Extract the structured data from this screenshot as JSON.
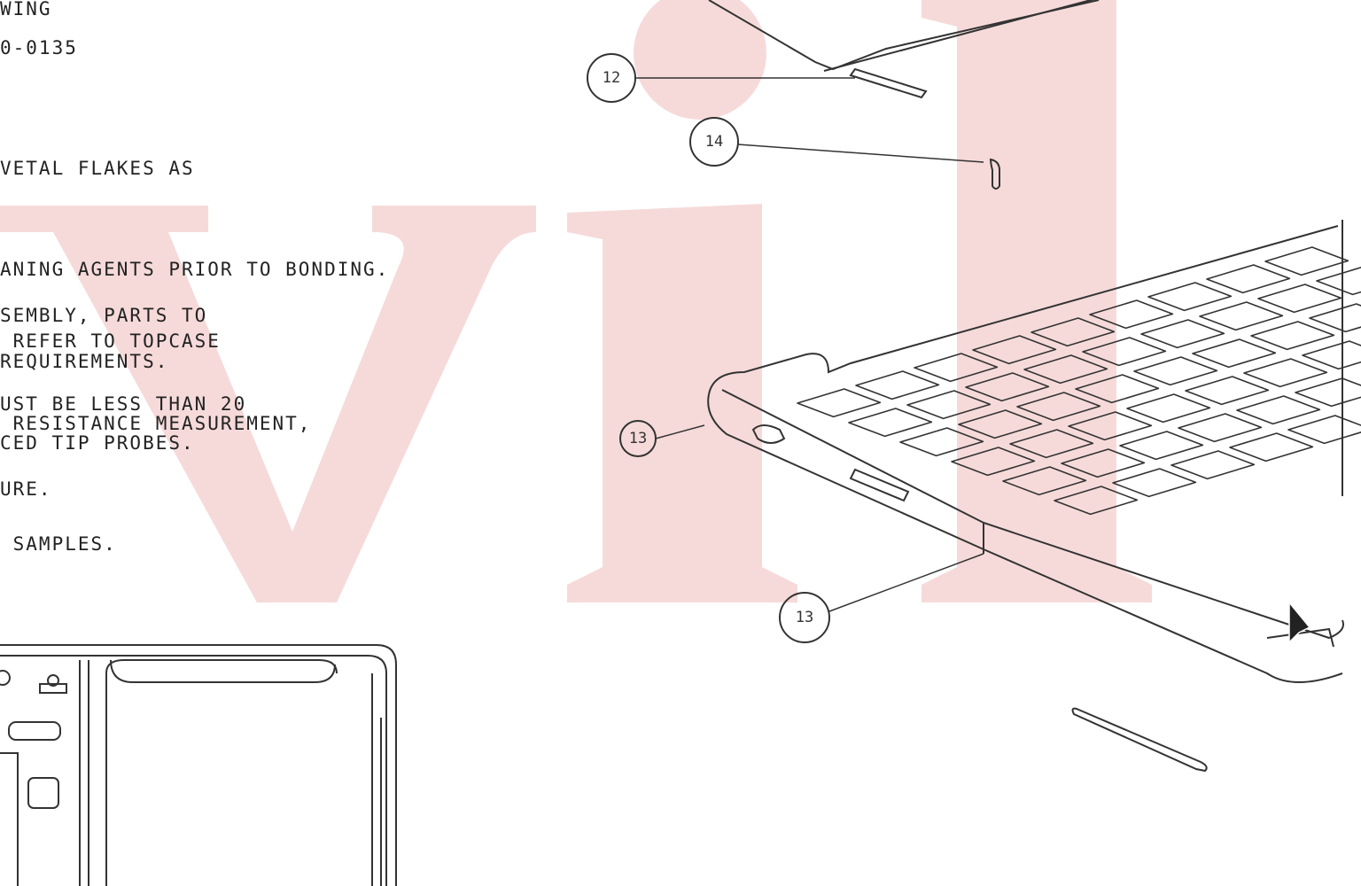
{
  "watermark": {
    "text": "vil",
    "color": "#f6dada"
  },
  "notes": [
    "WING",
    "0-0135",
    "VETAL FLAKES AS",
    "ANING AGENTS PRIOR TO BONDING.",
    "SEMBLY, PARTS TO",
    " REFER TO TOPCASE",
    "REQUIREMENTS.",
    "UST BE LESS THAN 20",
    " RESISTANCE MEASUREMENT,",
    "CED TIP PROBES.",
    "URE.",
    " SAMPLES."
  ],
  "callouts": [
    "12",
    "14",
    "13",
    "13"
  ]
}
